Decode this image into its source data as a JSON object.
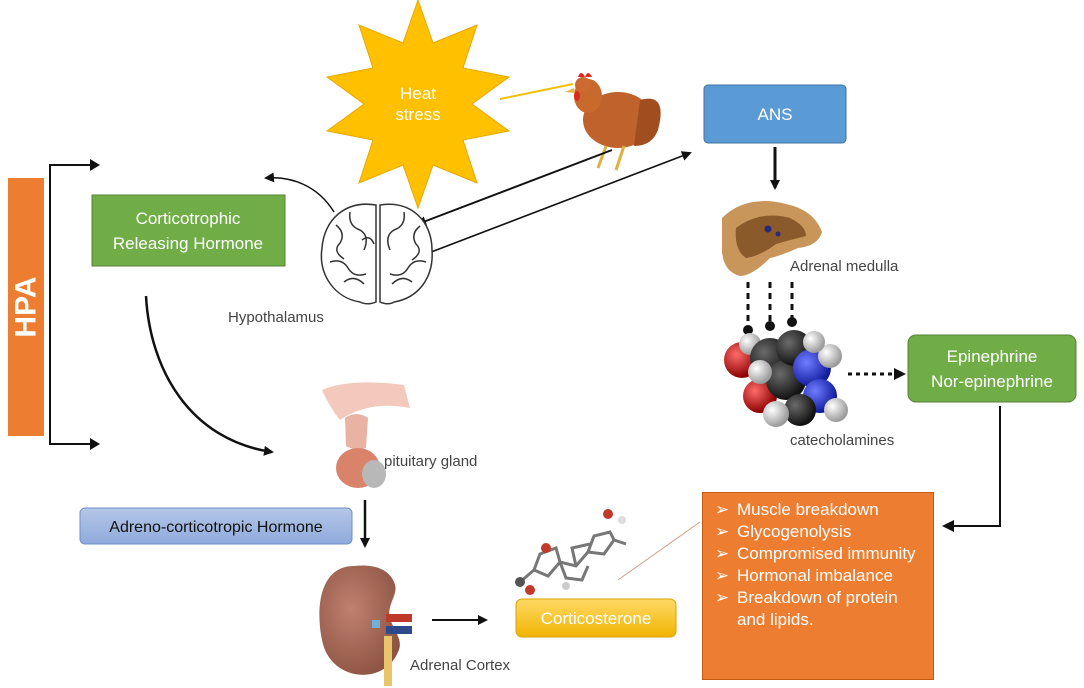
{
  "hpa_label": "HPA",
  "heat_stress": [
    "Heat",
    "stress"
  ],
  "ans_label": "ANS",
  "crh_label": [
    "Corticotrophic",
    "Releasing Hormone"
  ],
  "hypothalamus_label": "Hypothalamus",
  "adrenal_medulla_label": "Adrenal medulla",
  "catecholamines_label": "catecholamines",
  "epinephrine_label": [
    "Epinephrine",
    "Nor-epinephrine"
  ],
  "pituitary_label": "pituitary gland",
  "acth_label": "Adreno-corticotropic  Hormone",
  "adrenal_cortex_label": "Adrenal Cortex",
  "corticosterone_label": "Corticosterone",
  "effects_marker": "➢",
  "effects": [
    "Muscle breakdown",
    "Glycogenolysis",
    "Compromised immunity",
    "Hormonal imbalance",
    "Breakdown of protein and lipids."
  ],
  "colors": {
    "hpa_bar": "#ed7d31",
    "green_box": "#70ad47",
    "ans_box": "#5b9bd5",
    "acth_box": "#8faadc",
    "corticosterone_box": "#ffc000",
    "effects_box": "#ed7d31",
    "sun": "#ffc000"
  }
}
